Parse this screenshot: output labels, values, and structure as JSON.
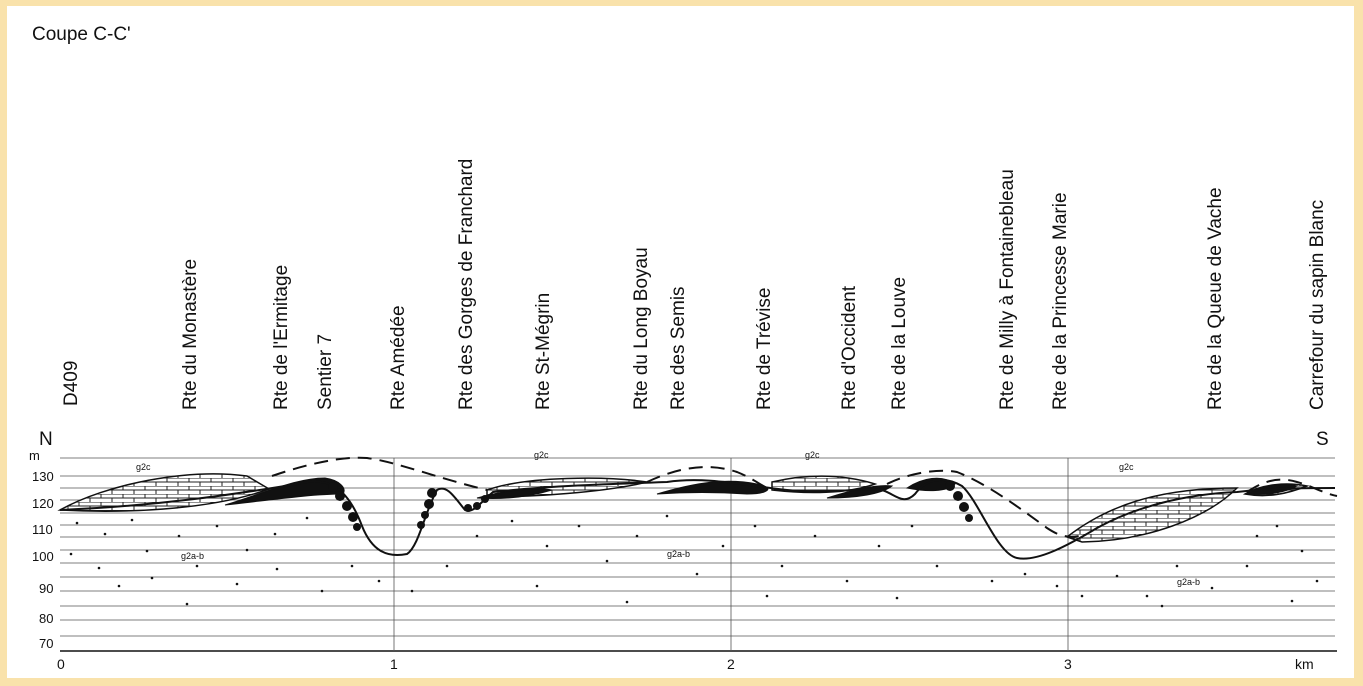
{
  "title": "Coupe C-C'",
  "directions": {
    "north": "N",
    "south": "S"
  },
  "axis": {
    "y_unit": "m",
    "y_ticks": [
      "130",
      "120",
      "110",
      "100",
      "90",
      "80",
      "70"
    ],
    "x_ticks": [
      "0",
      "1",
      "2",
      "3"
    ],
    "x_unit": "km"
  },
  "locations": [
    "D409",
    "Rte du Monastère",
    "Rte de l'Ermitage",
    "Sentier 7",
    "Rte Amédée",
    "Rte des Gorges de Franchard",
    "Rte St-Mégrin",
    "Rte du Long Boyau",
    "Rte des Semis",
    "Rte de Trévise",
    "Rte d'Occident",
    "Rte de la Louve",
    "Rte de Milly à Fontainebleau",
    "Rte de la Princesse Marie",
    "Rte de la Queue de Vache",
    "Carrefour du sapin Blanc"
  ],
  "geology_labels": [
    "g2c",
    "g2c",
    "g2c",
    "g2c",
    "g2a-b",
    "g2a-b",
    "g2a-b"
  ]
}
